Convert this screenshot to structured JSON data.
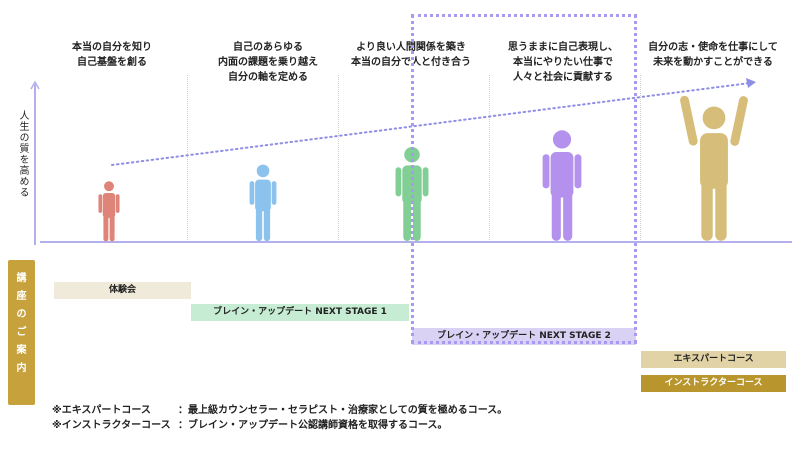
{
  "stages": [
    {
      "title": "本当の自分を知り\n自己基盤を創る",
      "color": "#df8478"
    },
    {
      "title": "自己のあらゆる\n内面の課題を乗り越え\n自分の軸を定める",
      "color": "#8cc3ee"
    },
    {
      "title": "より良い人間関係を築き\n本当の自分で人と付き合う",
      "color": "#82cf96"
    },
    {
      "title": "思うままに自己表現し、\n本当にやりたい仕事で\n人々と社会に貢献する",
      "color": "#b491ec"
    },
    {
      "title": "自分の志・使命を仕事にして\n未来を動かすことができる",
      "color": "#d6be7a"
    }
  ],
  "y_axis_label": "人生の質を高める",
  "guide_label": "講\n座\nの\nご\n案\n内",
  "courses": {
    "taiken": "体験会",
    "stage1": "ブレイン・アップデート NEXT STAGE 1",
    "stage2": "ブレイン・アップデート NEXT STAGE 2",
    "expert": "エキスパートコース",
    "instructor": "インストラクターコース"
  },
  "notes": [
    {
      "key": "※エキスパートコース",
      "text": "：最上級カウンセラー・セラピスト・治療家としての質を極めるコース。"
    },
    {
      "key": "※インストラクターコース",
      "text": "：ブレイン・アップデート公認講師資格を取得するコース。"
    }
  ],
  "colors": {
    "accent_line": "#b4b0ee",
    "highlight": "#a89af0",
    "guide": "#c7a23c"
  }
}
